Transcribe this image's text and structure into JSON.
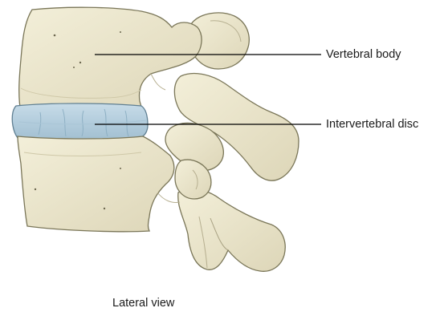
{
  "labels": {
    "vertebral_body": "Vertebral body",
    "intervertebral_disc": "Intervertebral disc",
    "view": "Lateral view"
  },
  "colors": {
    "bone_fill": "#ece7cd",
    "bone_shade": "#d8d2b4",
    "bone_stroke": "#7a7658",
    "disc_fill": "#b9d1df",
    "disc_shade": "#9dbccd",
    "disc_stroke": "#5f7f92",
    "leader_line": "#000000",
    "text": "#1a1a1a"
  }
}
